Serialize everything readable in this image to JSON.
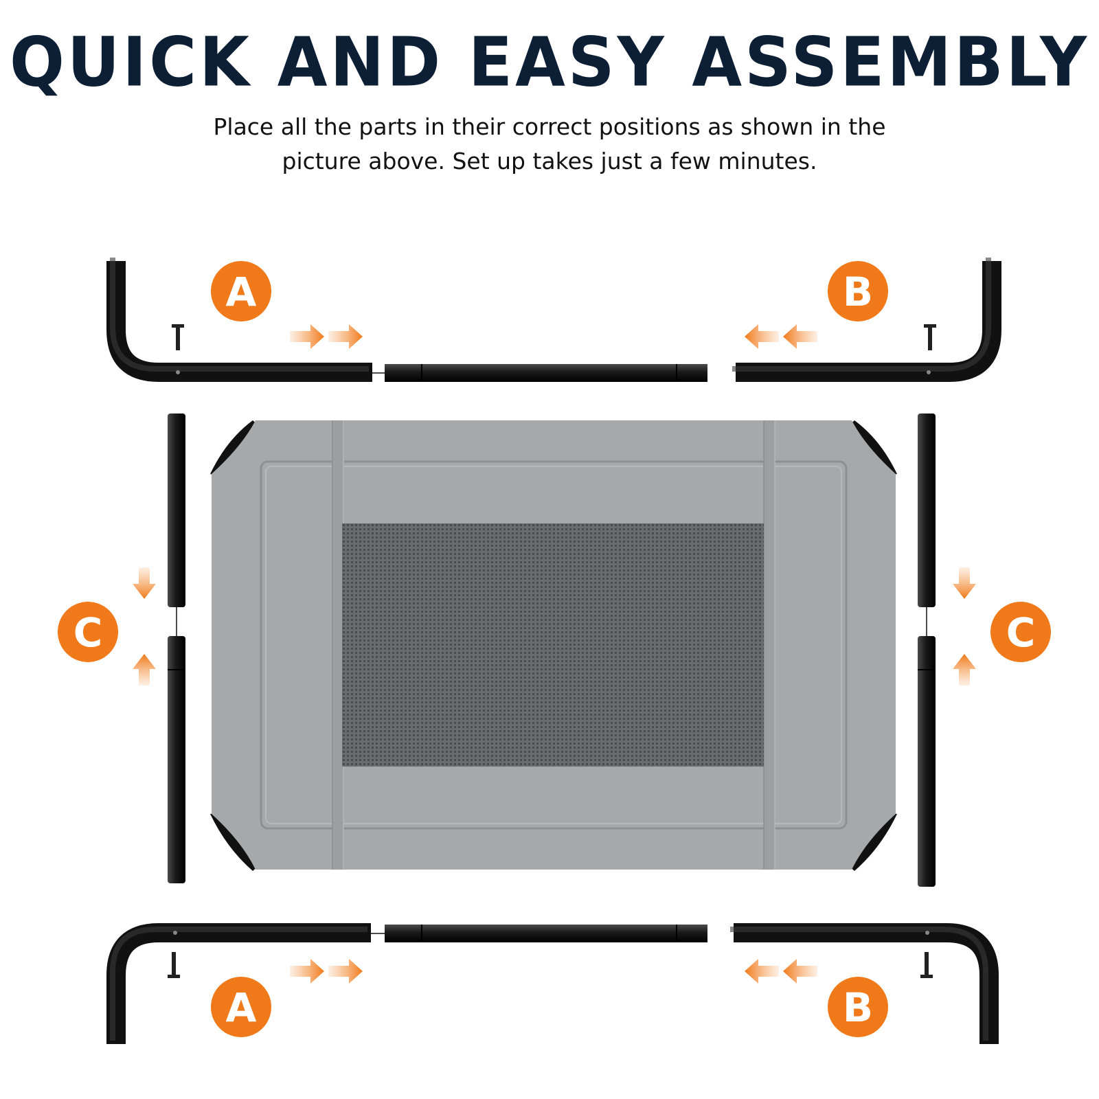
{
  "title": "QUICK AND EASY ASSEMBLY",
  "description": "Place all the parts in their correct positions as shown in the picture above. Set up takes just a few minutes.",
  "part_labels": {
    "a": "A",
    "b": "B",
    "c": "C"
  },
  "colors": {
    "title": "#0d1f35",
    "accent_orange": "#f07a1a",
    "arrow_orange": "#f59a4f",
    "frame_black": "#1c1c1c",
    "fabric_gray": "#a7a8aa",
    "mesh_dark": "#5a5b5e"
  },
  "icons": {
    "arrow": "orange-double-arrow-icon",
    "bolt": "screw-icon"
  }
}
